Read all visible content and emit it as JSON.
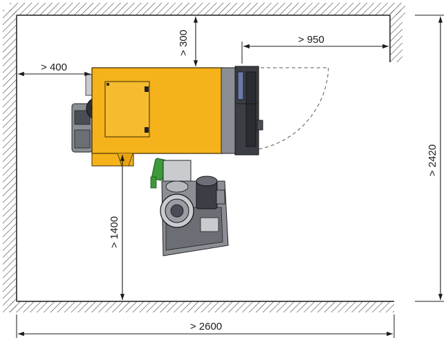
{
  "dimensions": {
    "top_clearance": "> 300",
    "door_clearance": "> 950",
    "left_clearance": "> 400",
    "bottom_clearance": "> 1400",
    "room_depth": "> 2420",
    "room_width": "> 2600"
  },
  "colors": {
    "machine_body": "#f5b21b",
    "machine_outline": "#3a2a00",
    "dark_parts": "#4a4d55",
    "grey_parts": "#8b8e94",
    "light_grey": "#c9cbcf",
    "green_nozzle": "#3c9a3a",
    "lines": "#1a1a1a",
    "door_arc": "#555555"
  },
  "icons": [
    "boiler-machine-top-view",
    "motor-unit",
    "door-swing-arc",
    "wall-hatching"
  ]
}
